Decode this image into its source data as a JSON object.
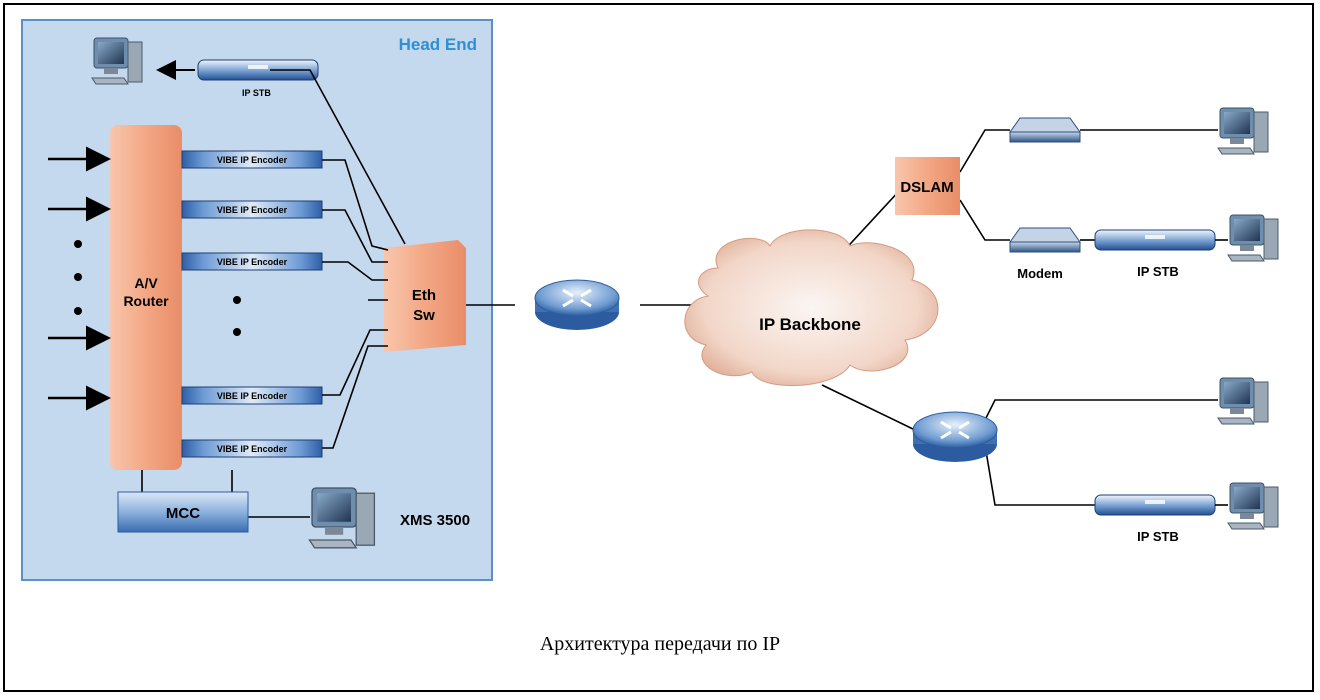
{
  "diagram": {
    "head_end_label": "Head End",
    "ip_stb_label": "IP STB",
    "encoder_label": "VIBE IP Encoder",
    "av_router_line1": "A/V",
    "av_router_line2": "Router",
    "eth_sw_line1": "Eth",
    "eth_sw_line2": "Sw",
    "mcc_label": "MCC",
    "xms_label": "XMS 3500",
    "backbone_label": "IP Backbone",
    "dslam_label": "DSLAM",
    "modem_label": "Modem",
    "stb_label": "IP STB",
    "caption": "Архитектура передачи по IP"
  },
  "colors": {
    "head_end_bg": "#c5d9ee",
    "head_end_border": "#5b8fc5",
    "router_orange": "#f6b596",
    "device_blue": "#3b73b8",
    "head_end_title": "#2f8fd0"
  }
}
